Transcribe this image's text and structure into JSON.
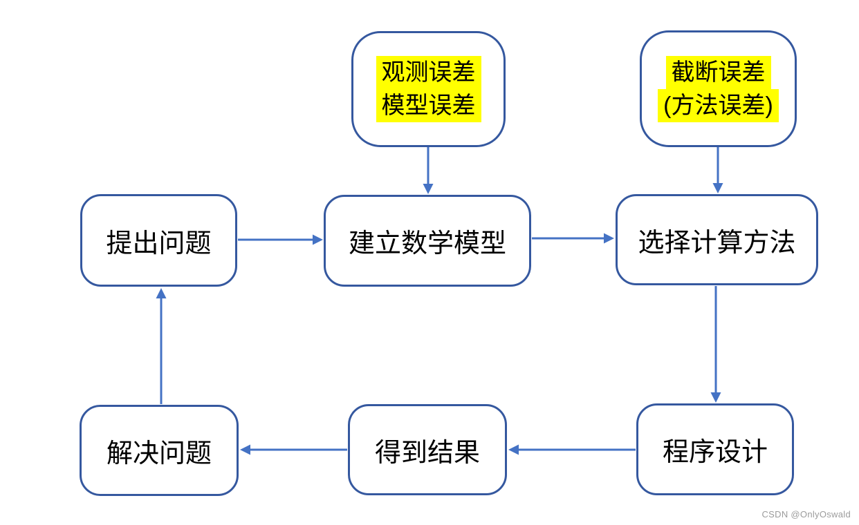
{
  "diagram": {
    "type": "flowchart",
    "language": "zh-CN",
    "colors": {
      "node_border": "#35589f",
      "arrow": "#4472c4",
      "highlight": "#ffff00",
      "text": "#000000",
      "watermark": "#9b9b9b",
      "background": "#ffffff"
    },
    "nodes": {
      "observation_error": {
        "line1": "观测误差",
        "line2": "模型误差",
        "highlighted": true
      },
      "truncation_error": {
        "line1": "截断误差",
        "line2": "(方法误差)",
        "highlighted": true
      },
      "raise_problem": {
        "label": "提出问题"
      },
      "build_model": {
        "label": "建立数学模型"
      },
      "choose_method": {
        "label": "选择计算方法"
      },
      "solve_problem": {
        "label": "解决问题"
      },
      "get_result": {
        "label": "得到结果"
      },
      "program_design": {
        "label": "程序设计"
      }
    },
    "edges": [
      {
        "from": "observation_error",
        "to": "build_model"
      },
      {
        "from": "truncation_error",
        "to": "choose_method"
      },
      {
        "from": "raise_problem",
        "to": "build_model"
      },
      {
        "from": "build_model",
        "to": "choose_method"
      },
      {
        "from": "choose_method",
        "to": "program_design"
      },
      {
        "from": "program_design",
        "to": "get_result"
      },
      {
        "from": "get_result",
        "to": "solve_problem"
      },
      {
        "from": "solve_problem",
        "to": "raise_problem"
      }
    ]
  },
  "watermark": {
    "text": "CSDN @OnlyOswald"
  }
}
